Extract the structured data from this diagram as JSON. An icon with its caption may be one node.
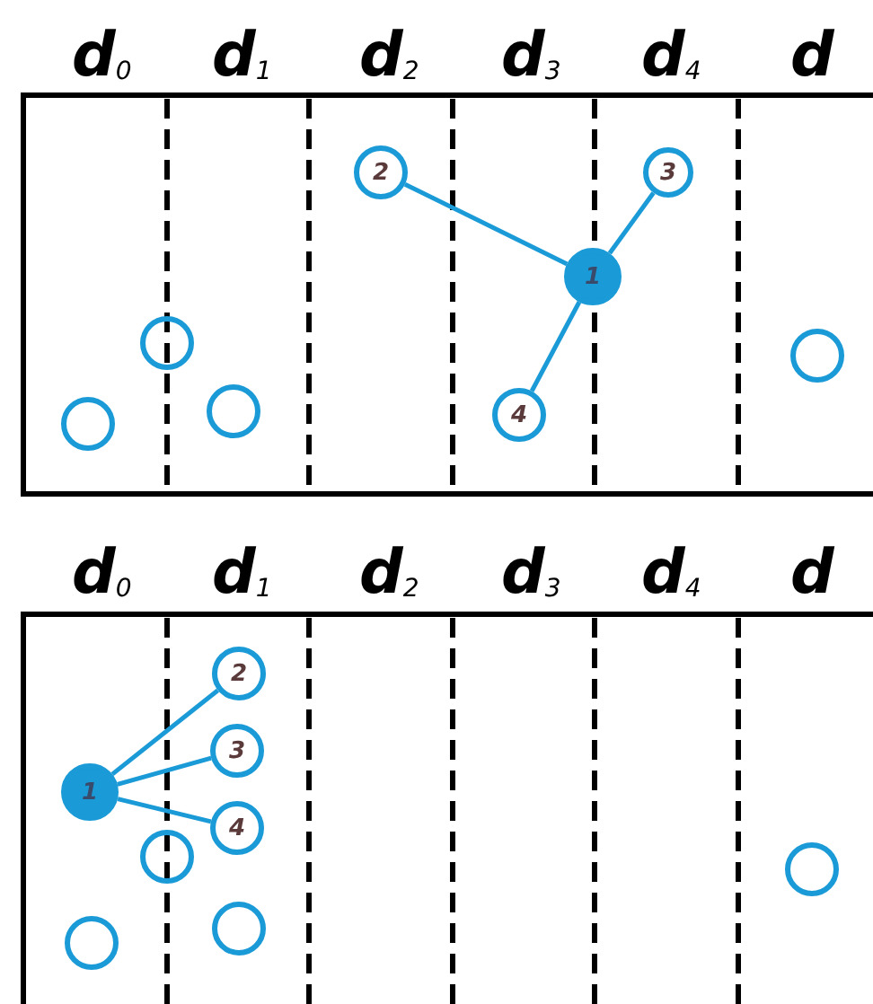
{
  "diagram": {
    "nodes": [
      {
        "text": [
          "2"
        ]
      },
      {
        "text": [
          "3"
        ]
      },
      {
        "text": [
          "1"
        ]
      },
      {
        "text": [],
        "shape": "circle"
      },
      {
        "text": [],
        "shape": "circle"
      },
      {
        "text": [],
        "shape": "circle"
      },
      {
        "text": [
          "4"
        ]
      },
      {
        "text": [],
        "shape": "circle"
      },
      {
        "text": [
          "2"
        ]
      },
      {
        "text": [
          "3"
        ]
      },
      {
        "text": [
          "1"
        ]
      },
      {
        "text": [
          "4"
        ]
      },
      {
        "text": [],
        "shape": "circle"
      },
      {
        "text": [],
        "shape": "circle"
      },
      {
        "text": [],
        "shape": "circle"
      },
      {
        "text": [],
        "shape": "circle"
      }
    ],
    "edges": [
      {
        "from": 2,
        "to": 0,
        "arrow": "none"
      },
      {
        "from": 2,
        "to": 1,
        "arrow": "none"
      },
      {
        "from": 2,
        "to": 6,
        "arrow": "none"
      },
      {
        "from": 10,
        "to": 8,
        "arrow": "none"
      },
      {
        "from": 10,
        "to": 9,
        "arrow": "none"
      },
      {
        "from": 10,
        "to": 11,
        "arrow": "none"
      }
    ],
    "labels": [
      "d$_{0}$",
      "d$_{1}$",
      "d$_{2}$",
      "d$_{3}$",
      "d$_{4}$",
      "d",
      "d$_{0}$",
      "d$_{1}$",
      "d$_{2}$",
      "d$_{3}$",
      "d$_{4}$",
      "d"
    ]
  }
}
